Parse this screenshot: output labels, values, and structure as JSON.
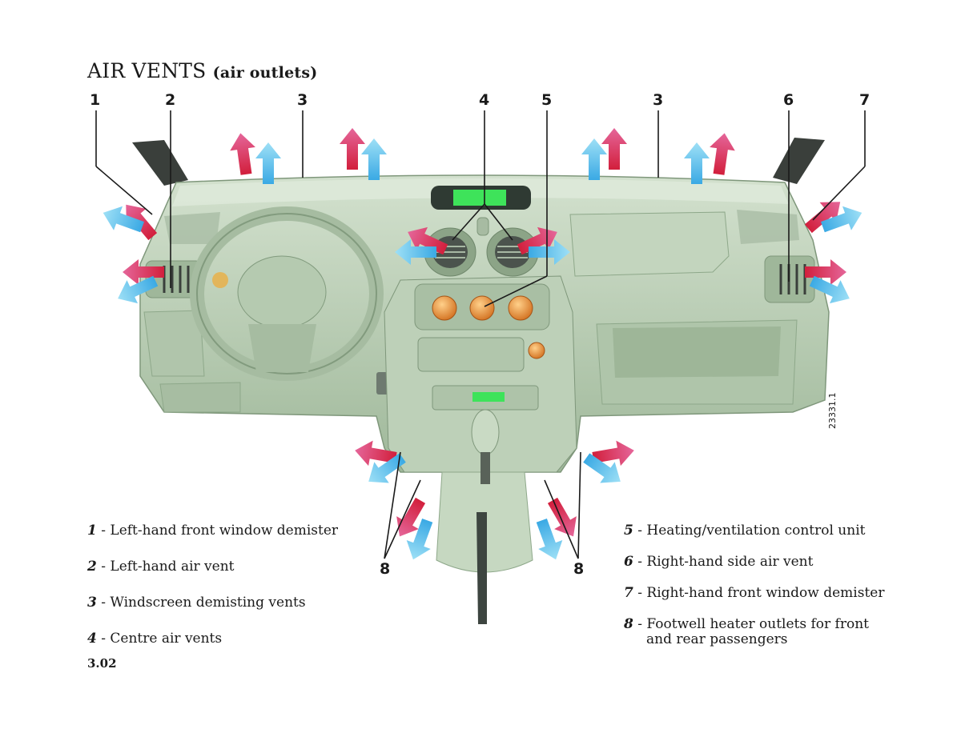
{
  "title": {
    "main": "AIR VENTS",
    "sub": "(air outlets)"
  },
  "callouts": {
    "c1": "1",
    "c2": "2",
    "c3a": "3",
    "c4": "4",
    "c5": "5",
    "c3b": "3",
    "c6": "6",
    "c7": "7",
    "c8a": "8",
    "c8b": "8"
  },
  "figure_code": "23331.1",
  "legend": {
    "left": [
      {
        "num": "1",
        "sep": " - ",
        "text": "Left-hand front window demister"
      },
      {
        "num": "2",
        "sep": " - ",
        "text": "Left-hand air vent"
      },
      {
        "num": "3",
        "sep": " - ",
        "text": "Windscreen demisting vents"
      },
      {
        "num": "4",
        "sep": " - ",
        "text": "Centre air vents"
      }
    ],
    "right": [
      {
        "num": "5",
        "sep": " - ",
        "text": "Heating/ventilation control unit"
      },
      {
        "num": "6",
        "sep": " - ",
        "text": "Right-hand side air vent"
      },
      {
        "num": "7",
        "sep": " - ",
        "text": "Right-hand front window demister"
      },
      {
        "num": "8",
        "sep": " - ",
        "text": "Footwell heater outlets for front",
        "cont": "and rear passengers"
      }
    ]
  },
  "page_number": "3.02",
  "colors": {
    "dash": "#b9cdb4",
    "dash_dark": "#8ea88a",
    "dash_light": "#d6e3d1",
    "hot_arrow": "#d8364f",
    "cold_arrow": "#5ec3ec",
    "knob": "#e8913c",
    "display": "#3ee35a"
  }
}
